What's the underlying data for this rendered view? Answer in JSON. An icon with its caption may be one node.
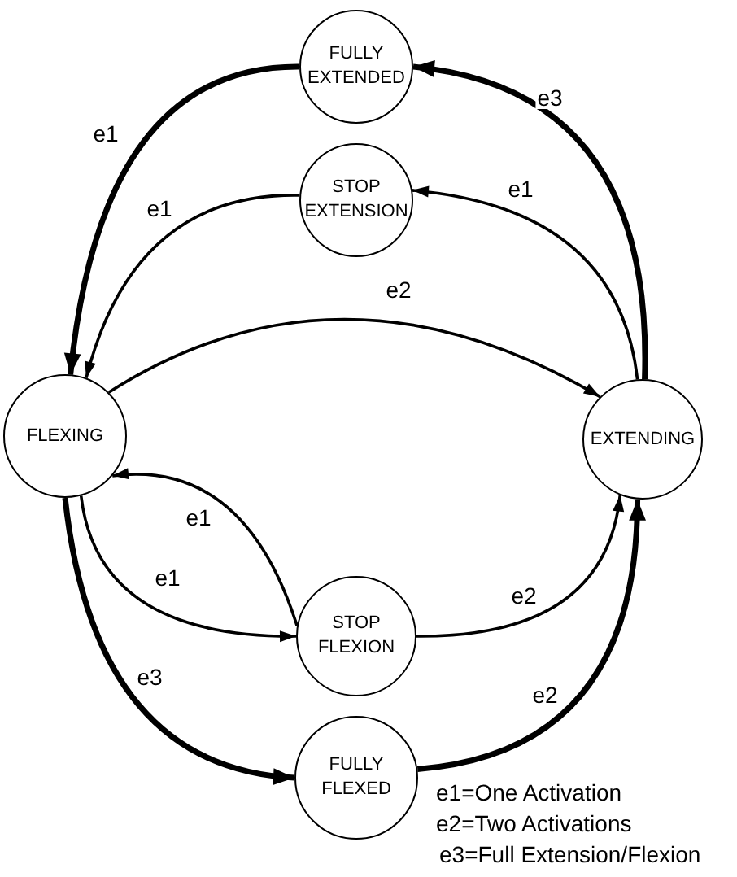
{
  "diagram": {
    "nodes": [
      {
        "text": [
          "FULLY EXTENDED"
        ]
      },
      {
        "text": [
          "STOP EXTENSION"
        ]
      },
      {
        "text": [
          "FLEXING"
        ]
      },
      {
        "text": [
          "EXTENDING"
        ]
      },
      {
        "text": [
          "STOP FLEXION"
        ]
      },
      {
        "text": [
          "FULLY FLEXED"
        ]
      }
    ],
    "edges": [
      {
        "from": 0,
        "to": 2,
        "arrow": "to",
        "label": "e1",
        "style": "thick"
      },
      {
        "from": 1,
        "to": 2,
        "arrow": "to",
        "label": "e1"
      },
      {
        "from": 2,
        "to": 3,
        "arrow": "to",
        "label": "e2"
      },
      {
        "from": 3,
        "to": 1,
        "arrow": "to",
        "label": "e1"
      },
      {
        "from": 3,
        "to": 0,
        "arrow": "to",
        "label": "e3",
        "style": "thick"
      },
      {
        "from": 2,
        "to": 4,
        "arrow": "to",
        "label": "e1"
      },
      {
        "from": 4,
        "to": 2,
        "arrow": "to",
        "label": "e1"
      },
      {
        "from": 2,
        "to": 5,
        "arrow": "to",
        "label": "e3",
        "style": "thick"
      },
      {
        "from": 4,
        "to": 3,
        "arrow": "to",
        "label": "e2"
      },
      {
        "from": 5,
        "to": 3,
        "arrow": "to",
        "label": "e2",
        "style": "thick"
      }
    ],
    "labels": [
      "e1=One Activation",
      "e2=Two Activations",
      "e3=Full Extension/Flexion"
    ]
  }
}
